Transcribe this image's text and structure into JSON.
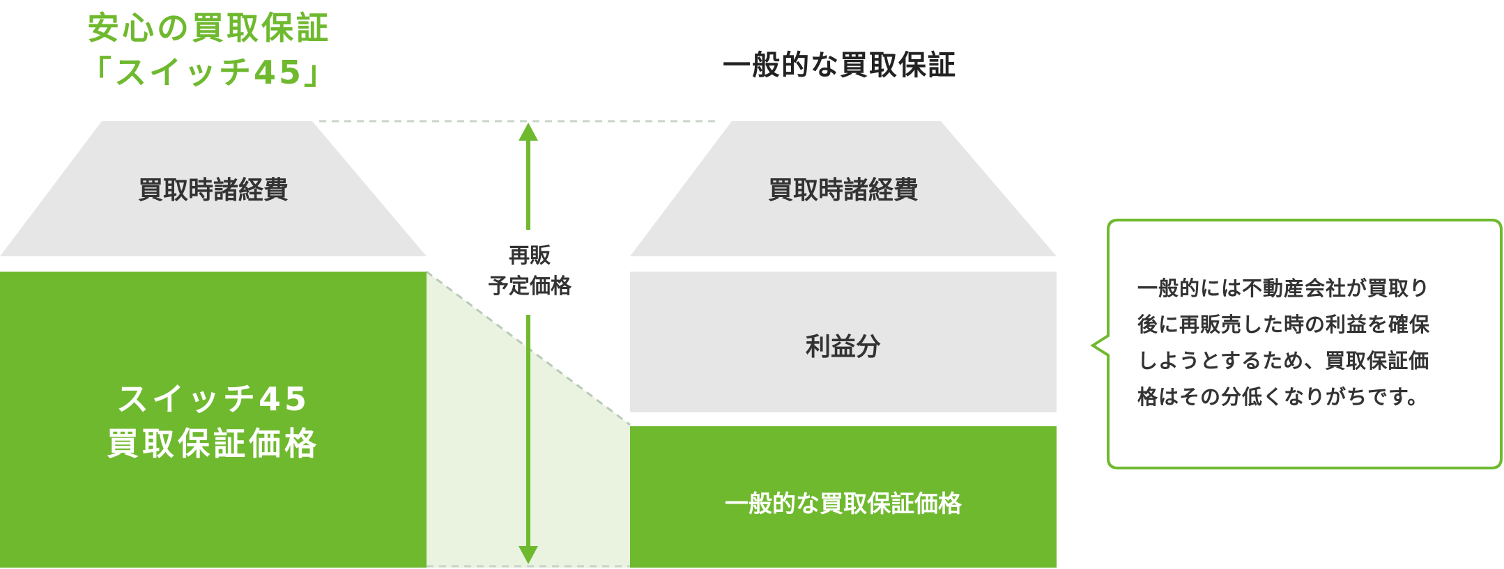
{
  "headings": {
    "left": [
      "安心の買取保証",
      "「スイッチ45」"
    ],
    "right": "一般的な買取保証"
  },
  "left_column": {
    "costs_label": "買取時諸経費",
    "price_label": [
      "スイッチ45",
      "買取保証価格"
    ]
  },
  "resale_label": [
    "再販",
    "予定価格"
  ],
  "right_column": {
    "costs_label": "買取時諸経費",
    "profit_label": "利益分",
    "price_label": "一般的な買取保証価格"
  },
  "callout": {
    "text": "一般的には不動産会社が買取り\n後に再販売した時の利益を確保\nしようとするため、買取保証価\n格はその分低くなりがちです。"
  },
  "colors": {
    "green": "#6fb92f",
    "light_green": "#e9f3df",
    "gray_block": "#e6e6e6",
    "dashed_line": "#c8d4c8"
  }
}
